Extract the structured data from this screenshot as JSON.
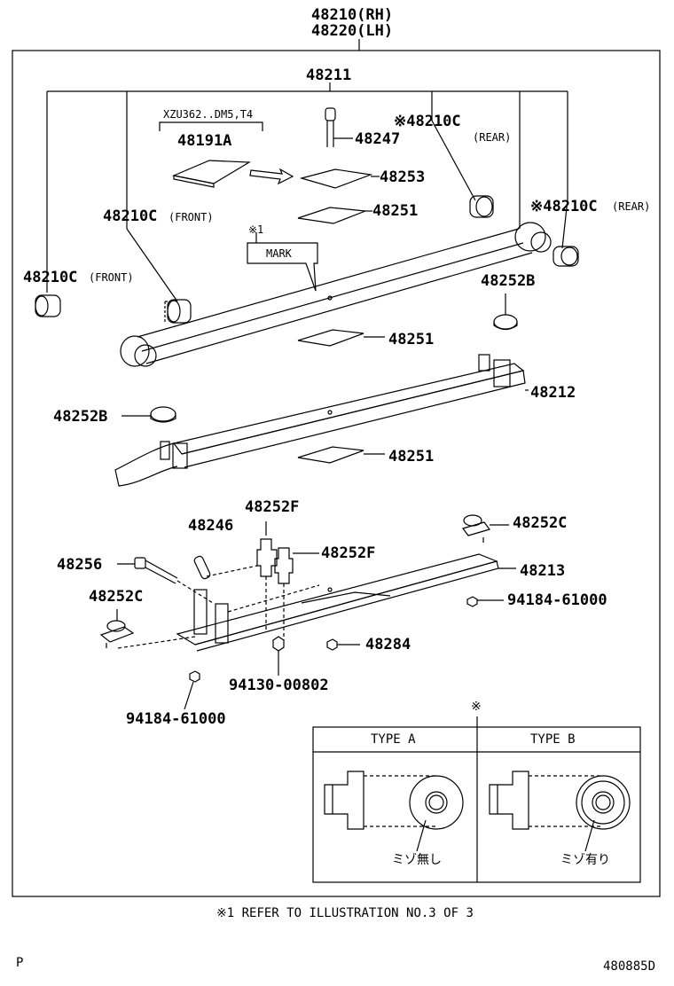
{
  "header": {
    "rh": "48210(RH)",
    "lh": "48220(LH)"
  },
  "parts": {
    "p48211": "48211",
    "variant_note": "XZU362..DM5,T4",
    "p48191A": "48191A",
    "p48247": "48247",
    "p48210C_rear_top": "※48210C",
    "rear_top_sub": "(REAR)",
    "p48253": "48253",
    "p48251_a": "48251",
    "p48210C_front_mid": "48210C",
    "front_mid_sub": "(FRONT)",
    "p48210C_rear_right": "※48210C",
    "rear_right_sub": "(REAR)",
    "ref_mark": "※1",
    "mark_box": "MARK",
    "p48210C_front_left": "48210C",
    "front_left_sub": "(FRONT)",
    "p48252B_right": "48252B",
    "p48251_b": "48251",
    "p48212": "48212",
    "p48252B_left": "48252B",
    "p48251_c": "48251",
    "p48252F_top": "48252F",
    "p48246": "48246",
    "p48252C_right": "48252C",
    "p48256": "48256",
    "p48252F_right": "48252F",
    "p48213": "48213",
    "p48252C_left": "48252C",
    "p94184_right": "94184-61000",
    "p48284": "48284",
    "p94130": "94130-00802",
    "p94184_left": "94184-61000"
  },
  "types": {
    "asterisk": "※",
    "type_a_title": "TYPE A",
    "type_b_title": "TYPE B",
    "type_a_caption": "ミゾ無し",
    "type_b_caption": "ミゾ有り"
  },
  "footer": {
    "note": "※1 REFER TO ILLUSTRATION NO.3 OF 3",
    "left_code": "P",
    "right_code": "480885D"
  }
}
